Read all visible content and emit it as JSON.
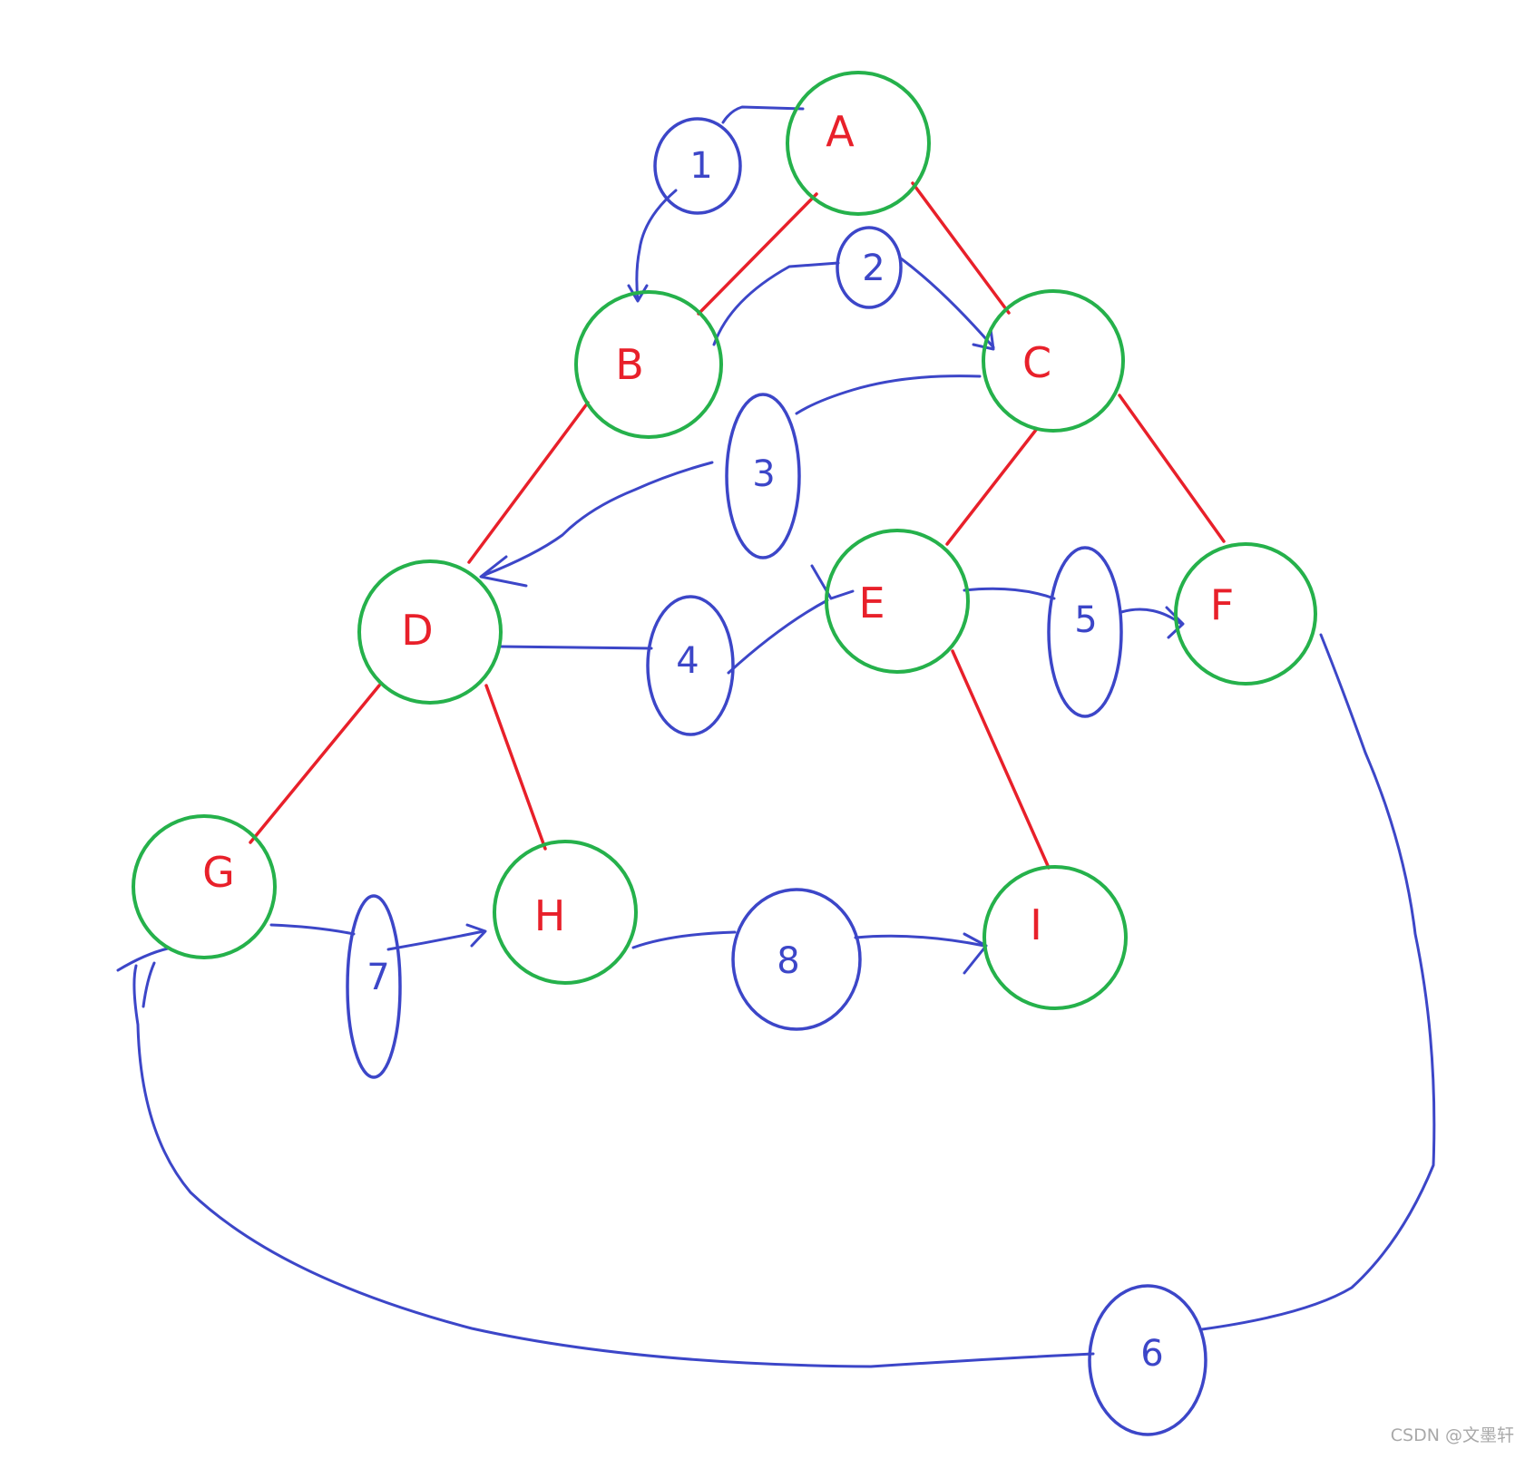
{
  "colors": {
    "node_stroke": "#25b14b",
    "node_label": "#e8202a",
    "tree_edge": "#e8202a",
    "traversal": "#3c46c8",
    "watermark": "#a9a9a9"
  },
  "nodes": [
    {
      "id": "A",
      "label": "A"
    },
    {
      "id": "B",
      "label": "B"
    },
    {
      "id": "C",
      "label": "C"
    },
    {
      "id": "D",
      "label": "D"
    },
    {
      "id": "E",
      "label": "E"
    },
    {
      "id": "F",
      "label": "F"
    },
    {
      "id": "G",
      "label": "G"
    },
    {
      "id": "H",
      "label": "H"
    },
    {
      "id": "I",
      "label": "I"
    }
  ],
  "tree_edges": [
    {
      "from": "A",
      "to": "B"
    },
    {
      "from": "A",
      "to": "C"
    },
    {
      "from": "B",
      "to": "D"
    },
    {
      "from": "C",
      "to": "E"
    },
    {
      "from": "C",
      "to": "F"
    },
    {
      "from": "D",
      "to": "G"
    },
    {
      "from": "D",
      "to": "H"
    },
    {
      "from": "E",
      "to": "I"
    }
  ],
  "steps": [
    {
      "label": "1",
      "from": "A",
      "to": "B"
    },
    {
      "label": "2",
      "from": "B",
      "to": "C"
    },
    {
      "label": "3",
      "from": "C",
      "to": "D"
    },
    {
      "label": "4",
      "from": "D",
      "to": "E"
    },
    {
      "label": "5",
      "from": "E",
      "to": "F"
    },
    {
      "label": "6",
      "from": "F",
      "to": "G"
    },
    {
      "label": "7",
      "from": "G",
      "to": "H"
    },
    {
      "label": "8",
      "from": "H",
      "to": "I"
    }
  ],
  "watermark": "CSDN @文墨轩"
}
